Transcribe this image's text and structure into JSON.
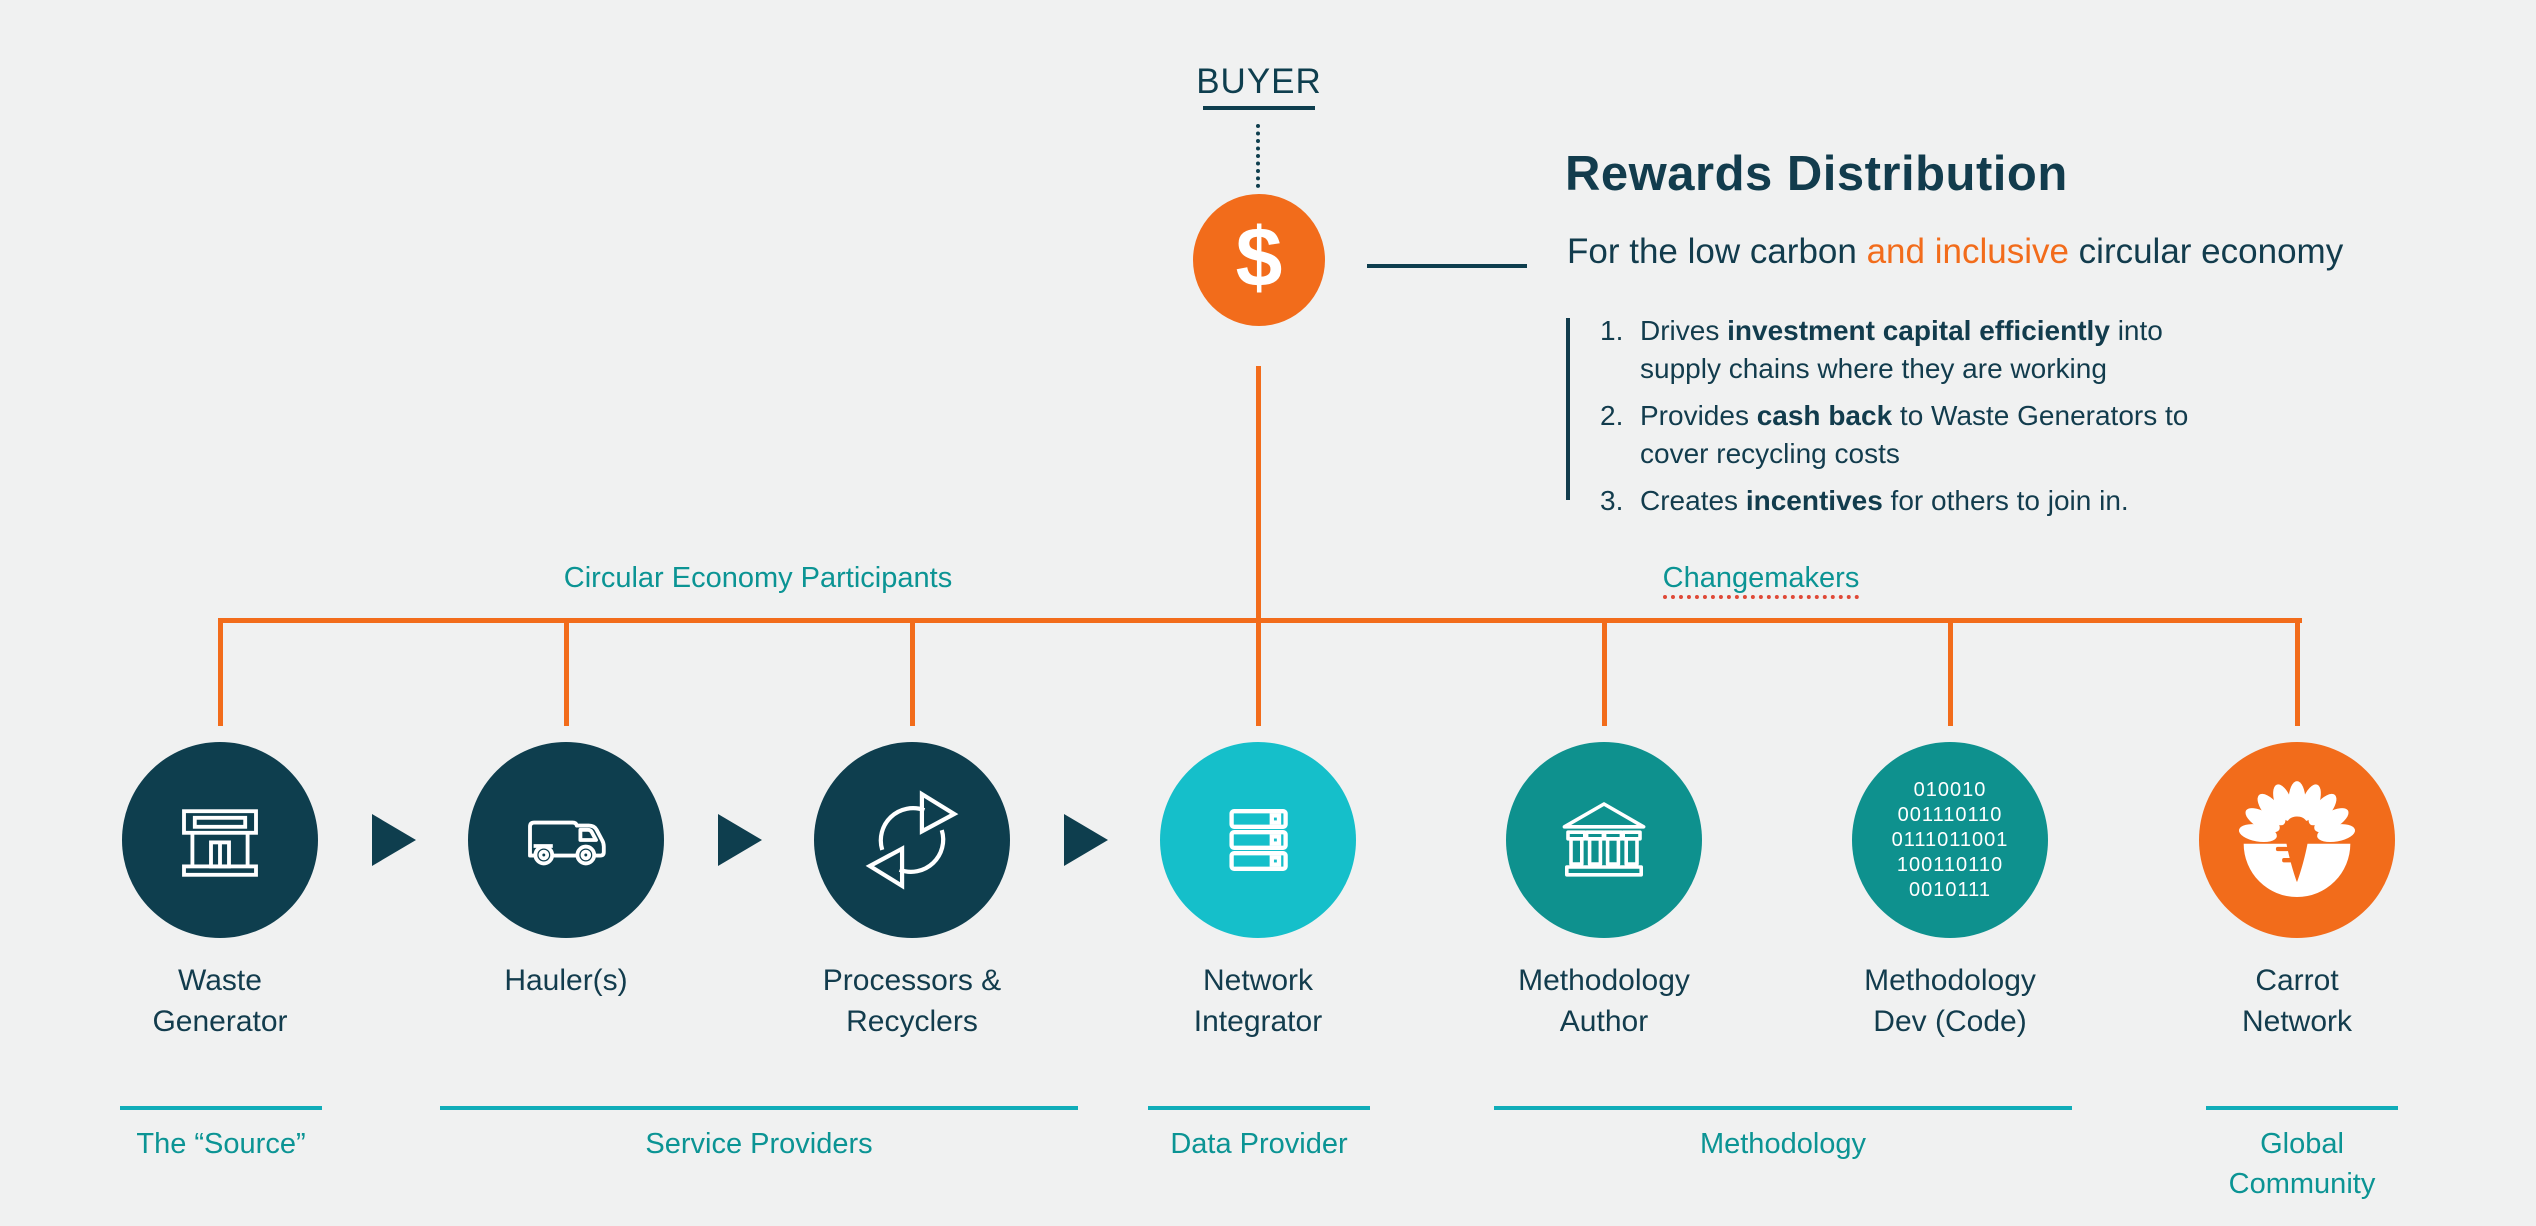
{
  "buyer": {
    "label": "BUYER"
  },
  "dollar": {
    "glyph": "$"
  },
  "header": {
    "title": "Rewards Distribution",
    "subtitle": {
      "pre": "For the low carbon ",
      "highlight": "and inclusive",
      "post": " circular economy"
    },
    "list": [
      {
        "num": "1.",
        "pre": "Drives ",
        "bold": "investment capital efficiently",
        "post": " into supply chains where they are working"
      },
      {
        "num": "2.",
        "pre": "Provides ",
        "bold": "cash back",
        "post": " to Waste Generators to cover recycling costs"
      },
      {
        "num": "3.",
        "pre": "Creates ",
        "bold": "incentives",
        "post": " for others to join in."
      }
    ]
  },
  "groups": {
    "left_label": "Circular Economy Participants",
    "right_label": "Changemakers"
  },
  "nodes": [
    {
      "icon": "storefront-icon",
      "label_line1": "Waste",
      "label_line2": "Generator"
    },
    {
      "icon": "van-icon",
      "label_line1": "Hauler(s)",
      "label_line2": ""
    },
    {
      "icon": "recycle-sync-icon",
      "label_line1": "Processors &",
      "label_line2": "Recyclers"
    },
    {
      "icon": "server-rack-icon",
      "label_line1": "Network",
      "label_line2": "Integrator"
    },
    {
      "icon": "bank-icon",
      "label_line1": "Methodology",
      "label_line2": "Author"
    },
    {
      "icon": "binary-code-icon",
      "label_line1": "Methodology",
      "label_line2": "Dev (Code)",
      "binary_lines": [
        "010010",
        "001110110",
        "0111011001",
        "100110110",
        "0010111"
      ]
    },
    {
      "icon": "carrot-logo-icon",
      "label_line1": "Carrot",
      "label_line2": "Network"
    }
  ],
  "bottom_groups": [
    {
      "label_line1": "The “Source”",
      "label_line2": ""
    },
    {
      "label_line1": "Service Providers",
      "label_line2": ""
    },
    {
      "label_line1": "Data Provider",
      "label_line2": ""
    },
    {
      "label_line1": "Methodology",
      "label_line2": ""
    },
    {
      "label_line1": "Global",
      "label_line2": "Community"
    }
  ],
  "colors": {
    "background": "#f0f1f1",
    "dark_teal": "#0e3e4e",
    "teal": "#0e918e",
    "cyan": "#15bfca",
    "orange": "#f26c1b",
    "teal_text": "#0b9494",
    "category_rule": "#10adb9",
    "changemakers_underline_red": "#df4937",
    "text_dark": "#123c4d"
  }
}
